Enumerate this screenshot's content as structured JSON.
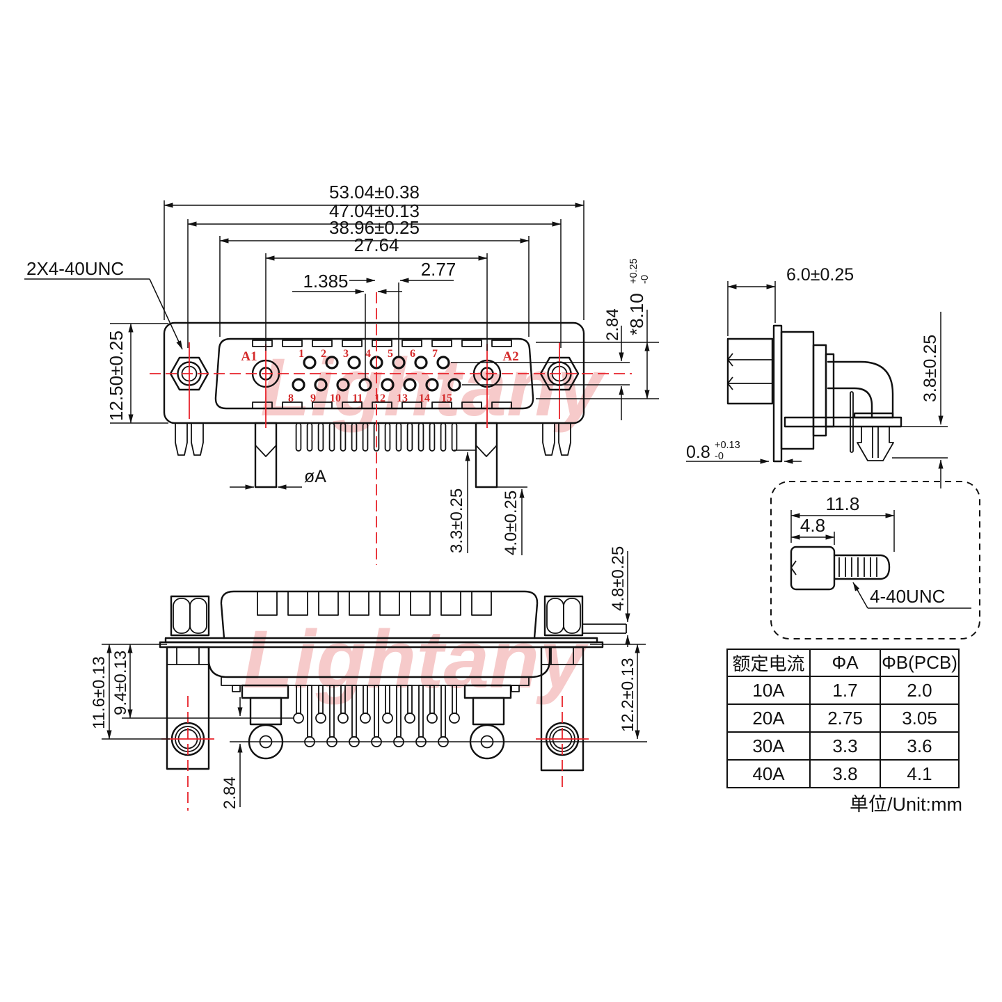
{
  "watermark": {
    "text": "Lightany"
  },
  "front": {
    "thread_label": "2X4-40UNC",
    "dim_w1": "53.04±0.38",
    "dim_w2": "47.04±0.13",
    "dim_w3": "38.96±0.25",
    "dim_w4": "27.64",
    "dim_pitch": "2.77",
    "dim_half": "1.385",
    "dim_h": "12.50±0.25",
    "dim_row": "2.84",
    "dim_face_h": "*8.10",
    "dim_face_h_up": "+0.25",
    "dim_face_h_dn": "-0",
    "dim_pin_dia": "øA",
    "dim_tail1": "3.3±0.25",
    "dim_tail2": "4.0±0.25",
    "a1": "A1",
    "a2": "A2",
    "top_pins": [
      "1",
      "2",
      "3",
      "4",
      "5",
      "6",
      "7"
    ],
    "bottom_pins": [
      "8",
      "9",
      "10",
      "11",
      "12",
      "13",
      "14",
      "15"
    ]
  },
  "side": {
    "dim_depth": "6.0±0.25",
    "dim_h": "3.8±0.25",
    "dim_flange": "0.8",
    "dim_flange_up": "+0.13",
    "dim_flange_dn": "-0"
  },
  "screw": {
    "dim_total": "11.8",
    "dim_head": "4.8",
    "thread_label": "4-40UNC"
  },
  "bottom": {
    "dim_h1": "11.6±0.13",
    "dim_h2": "9.4±0.13",
    "dim_h3": "12.2±0.13",
    "dim_row": "2.84",
    "dim_tail": "4.8±0.25"
  },
  "table": {
    "headers": [
      "额定电流",
      "ΦA",
      "ΦB(PCB)"
    ],
    "rows": [
      [
        "10A",
        "1.7",
        "2.0"
      ],
      [
        "20A",
        "2.75",
        "3.05"
      ],
      [
        "30A",
        "3.3",
        "3.6"
      ],
      [
        "40A",
        "3.8",
        "4.1"
      ]
    ],
    "unit": "单位/Unit:mm"
  },
  "colors": {
    "accent_red": "#e8222a",
    "watermark_pink": "#f6caca",
    "line": "#111111"
  }
}
